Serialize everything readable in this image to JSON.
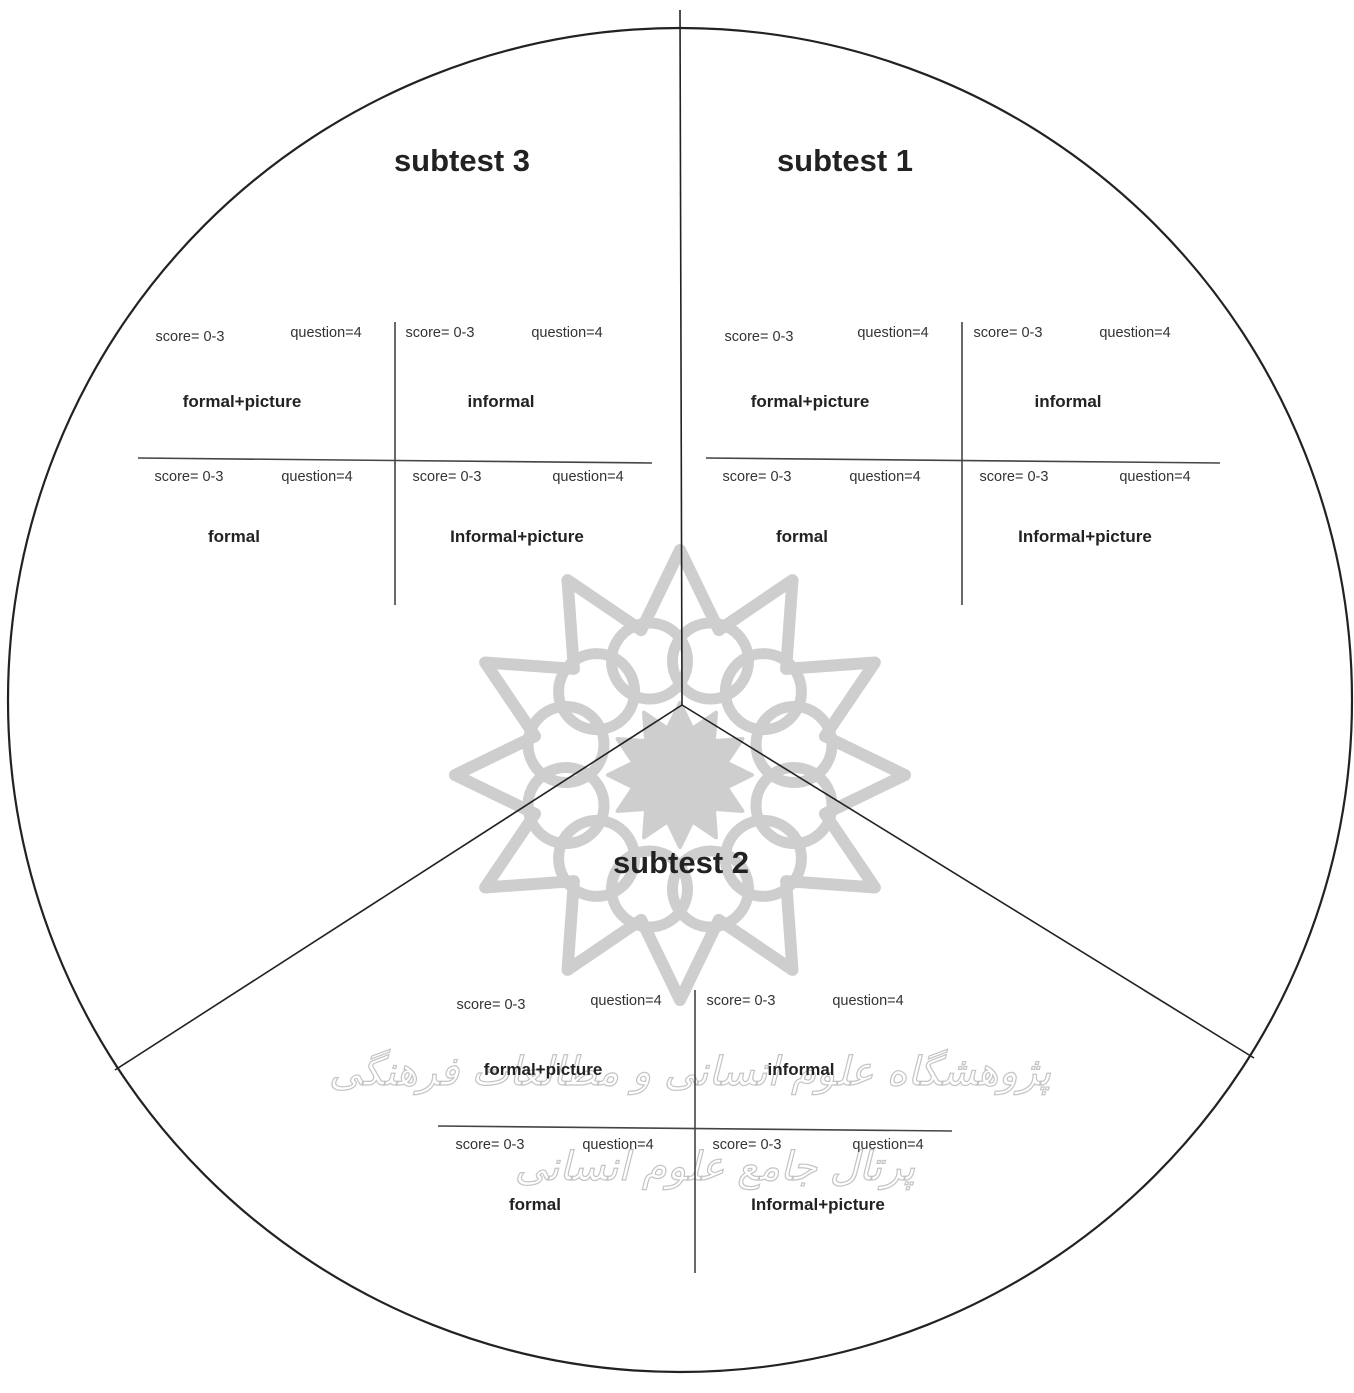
{
  "subtests": [
    {
      "title": "subtest 1",
      "cells": [
        {
          "score": "score= 0-3",
          "question": "question=4",
          "label": "formal+picture"
        },
        {
          "score": "score= 0-3",
          "question": "question=4",
          "label": "informal"
        },
        {
          "score": "score= 0-3",
          "question": "question=4",
          "label": "formal"
        },
        {
          "score": "score= 0-3",
          "question": "question=4",
          "label": "Informal+picture"
        }
      ]
    },
    {
      "title": "subtest 2",
      "cells": [
        {
          "score": "score= 0-3",
          "question": "question=4",
          "label": "formal+picture"
        },
        {
          "score": "score= 0-3",
          "question": "question=4",
          "label": "informal"
        },
        {
          "score": "score= 0-3",
          "question": "question=4",
          "label": "formal"
        },
        {
          "score": "score= 0-3",
          "question": "question=4",
          "label": "Informal+picture"
        }
      ]
    },
    {
      "title": "subtest 3",
      "cells": [
        {
          "score": "score= 0-3",
          "question": "question=4",
          "label": "formal+picture"
        },
        {
          "score": "score= 0-3",
          "question": "question=4",
          "label": "informal"
        },
        {
          "score": "score= 0-3",
          "question": "question=4",
          "label": "formal"
        },
        {
          "score": "score= 0-3",
          "question": "question=4",
          "label": "Informal+picture"
        }
      ]
    }
  ],
  "watermark": {
    "text_line1": "پژوهشگاه علوم انسانی و مطالعات فرهنگی",
    "text_line2": "پرتال جامع علوم انسانی",
    "icon": "rosette-logo-icon",
    "color": "#c9c9c9"
  }
}
